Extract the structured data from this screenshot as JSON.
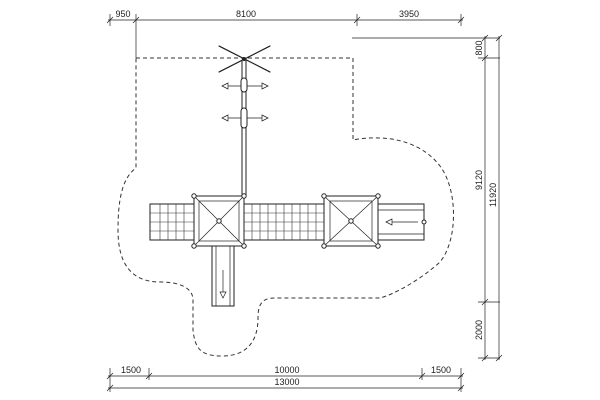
{
  "dimensions": {
    "top": [
      "950",
      "8100",
      "3950"
    ],
    "bottom_row1": [
      "1500",
      "10000",
      "1500"
    ],
    "bottom_total": "13000",
    "right_inner": [
      "800",
      "9120",
      "2000"
    ],
    "right_total": "11920"
  }
}
